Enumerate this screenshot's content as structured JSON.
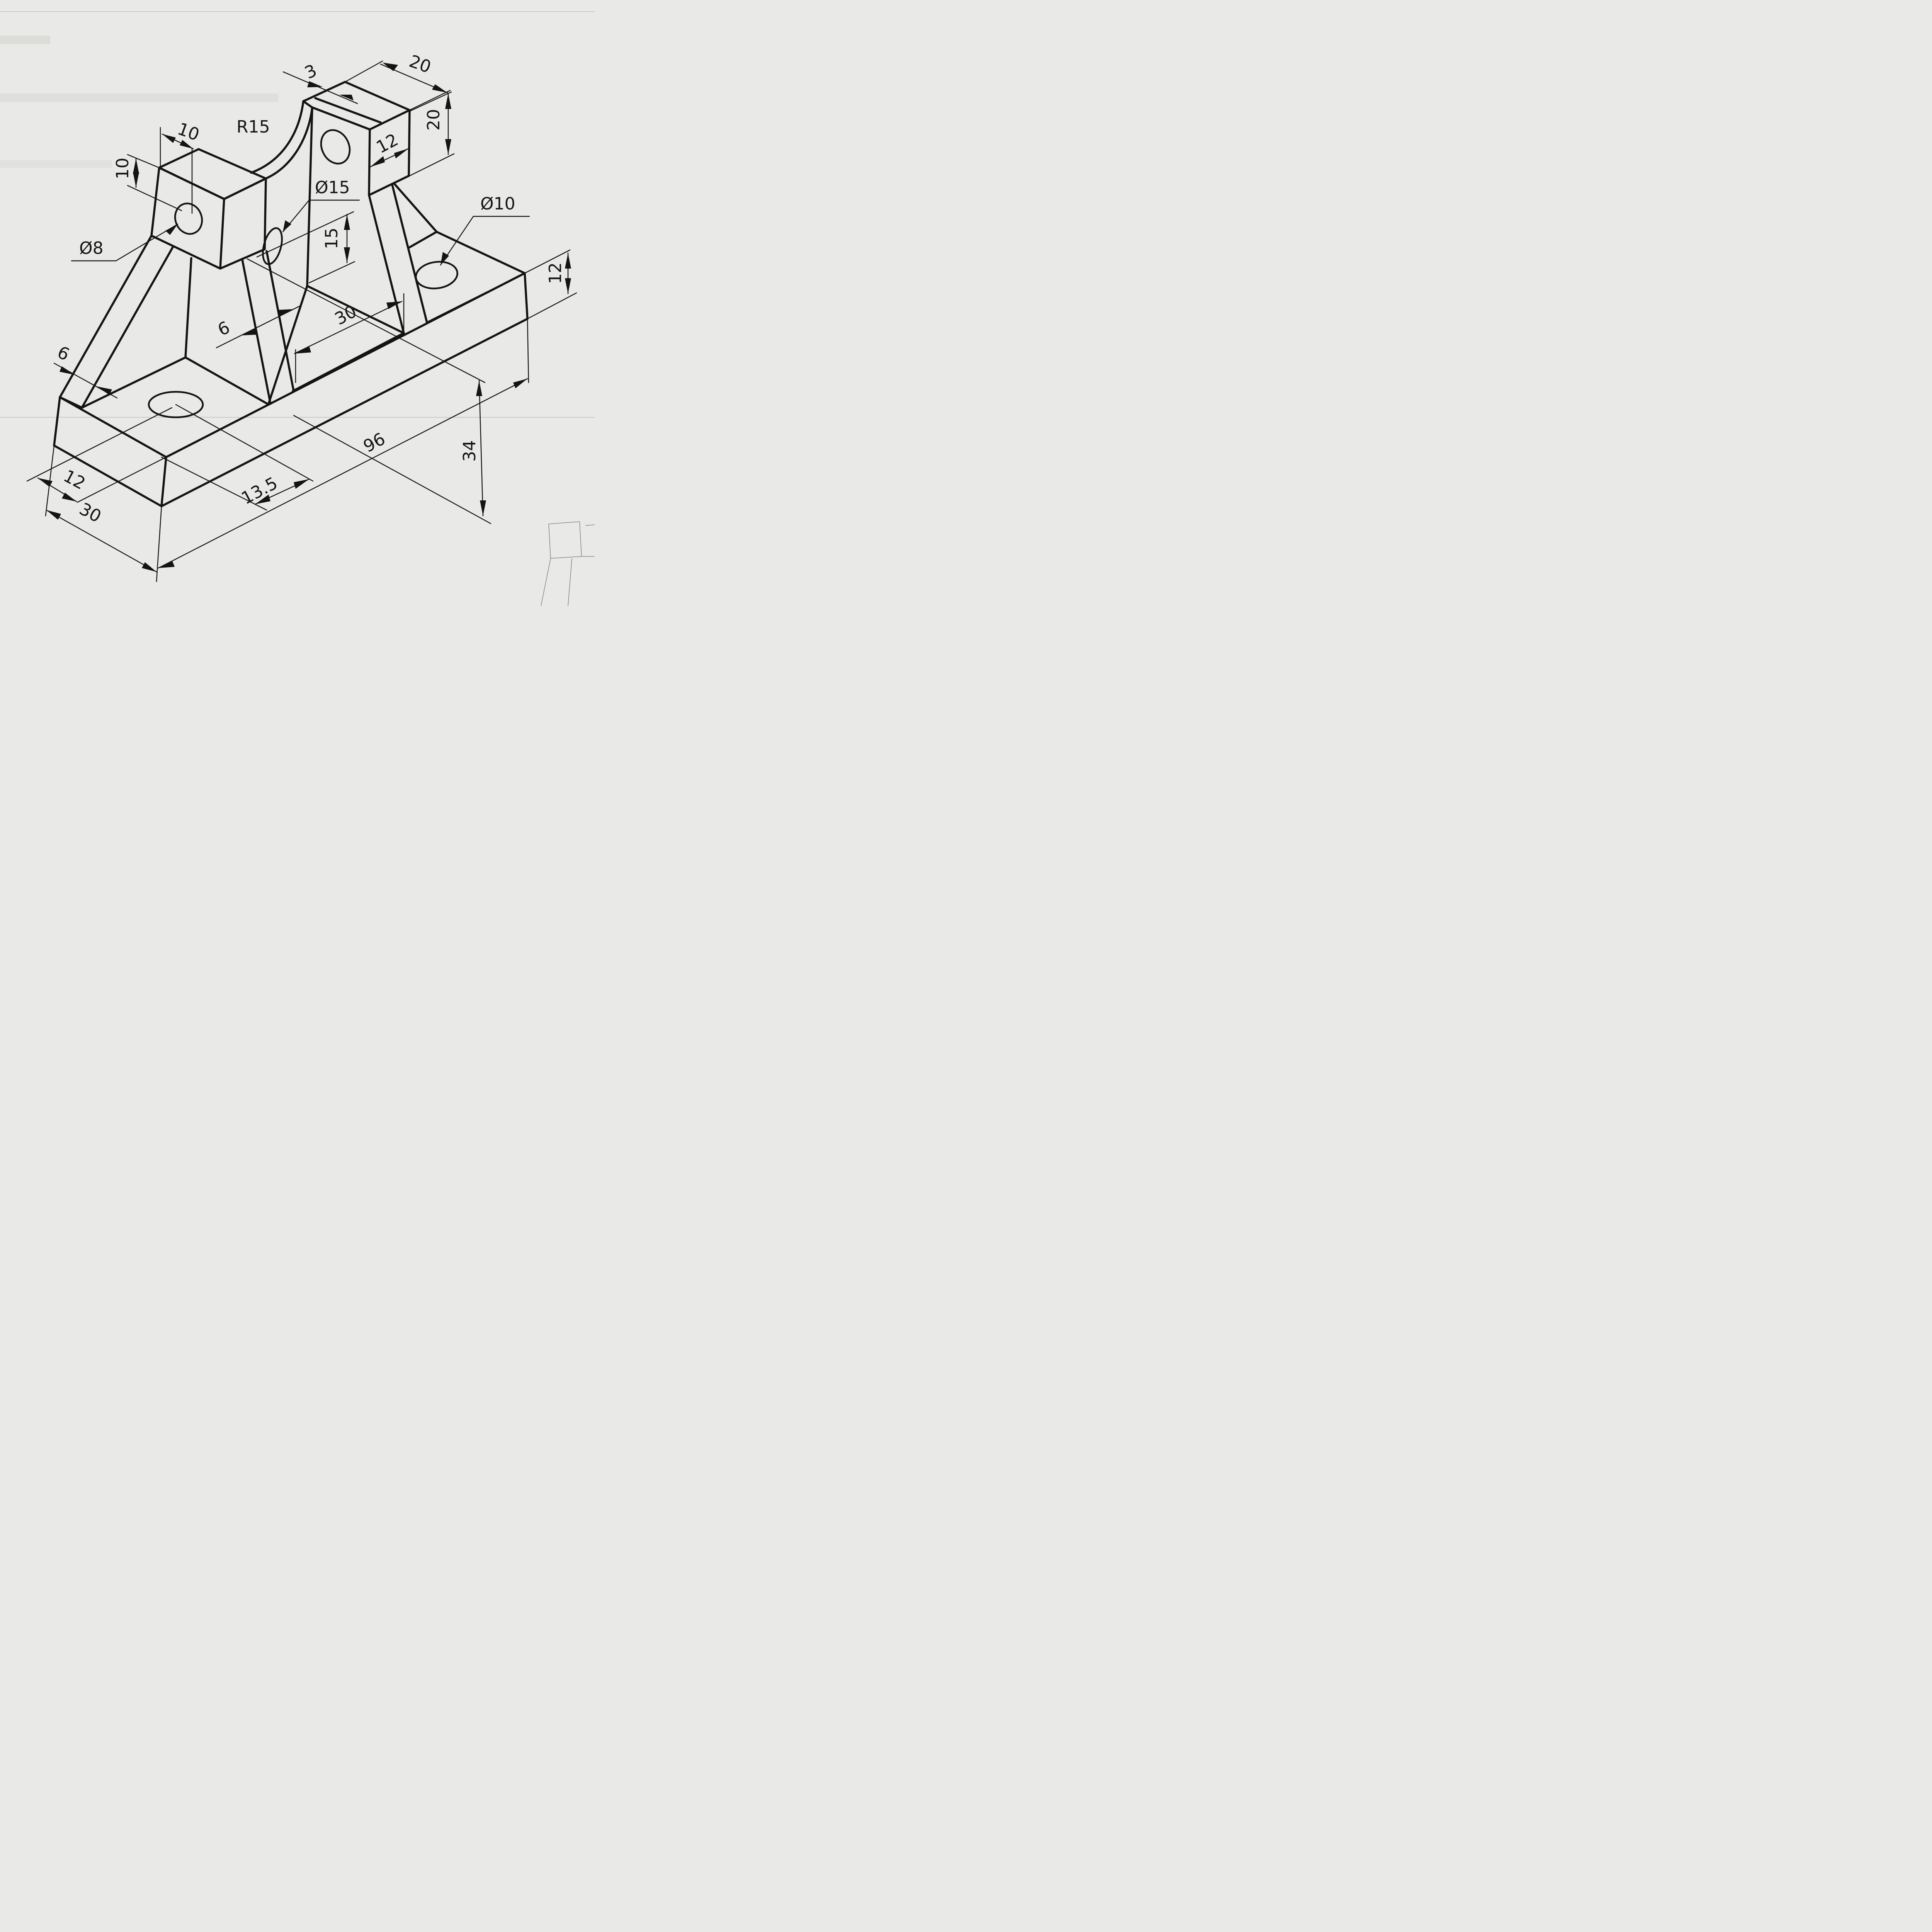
{
  "dimensions": {
    "top_block_width": "20",
    "top_block_height": "20",
    "slot": "3",
    "top_block_depth": "12",
    "arc_radius": "R15",
    "left_block_width": "10",
    "left_block_height": "10",
    "small_hole": "Ø8",
    "mid_hole": "Ø15",
    "mid_hole_height": "15",
    "right_hole": "Ø10",
    "base_height": "12",
    "web_offset": "30",
    "rib_thickness_mid": "6",
    "rib_thickness_left": "6",
    "base_length": "96",
    "total_height": "34",
    "front_offset": "12",
    "base_width": "30",
    "hole_offset": "13.5"
  }
}
